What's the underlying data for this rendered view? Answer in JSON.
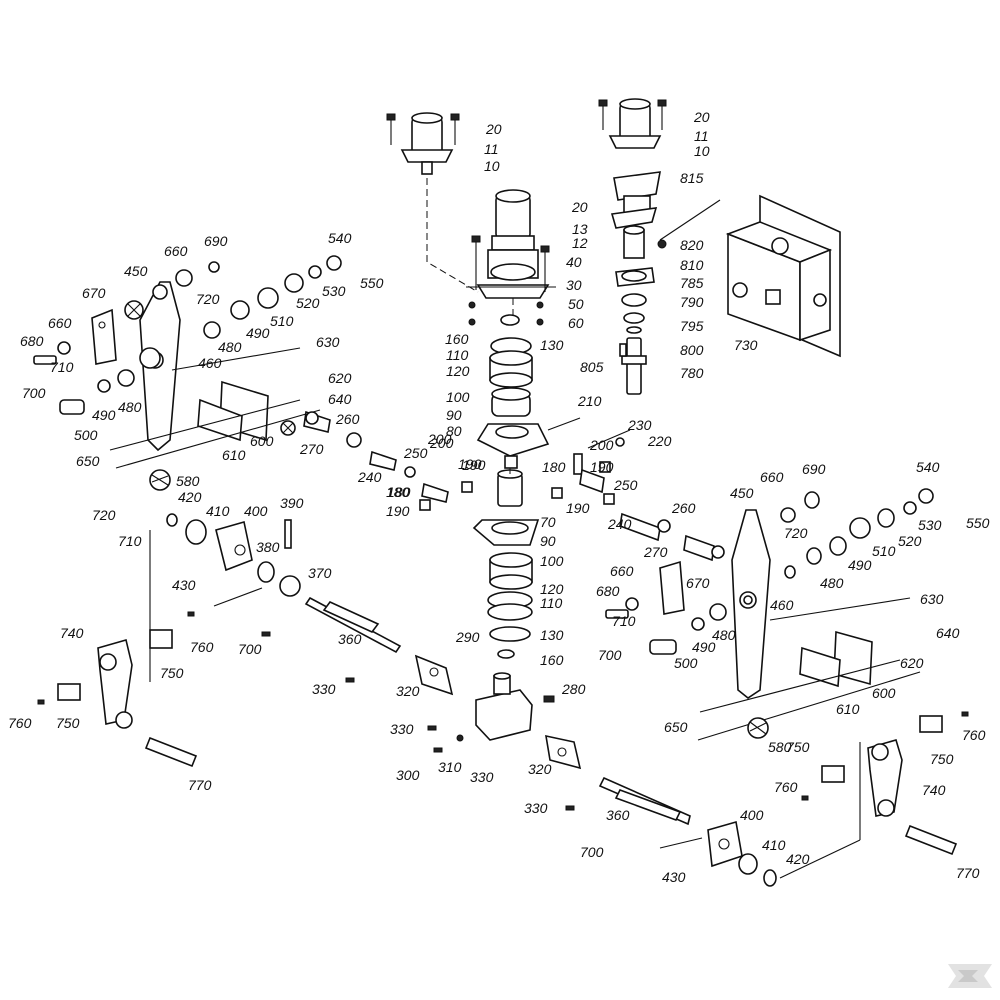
{
  "diagram": {
    "labels": [
      "20",
      "11",
      "10",
      "20",
      "11",
      "10",
      "815",
      "20",
      "13",
      "12",
      "40",
      "30",
      "50",
      "60",
      "820",
      "810",
      "785",
      "790",
      "795",
      "800",
      "780",
      "805",
      "730",
      "160",
      "130",
      "110",
      "120",
      "100",
      "90",
      "80",
      "210",
      "230",
      "220",
      "200",
      "190",
      "180",
      "70",
      "90",
      "100",
      "120",
      "110",
      "130",
      "160",
      "290",
      "280",
      "330",
      "320",
      "300",
      "310",
      "330",
      "320",
      "330",
      "360",
      "400",
      "410",
      "420",
      "430",
      "700",
      "660",
      "690",
      "450",
      "540",
      "550",
      "670",
      "720",
      "530",
      "520",
      "510",
      "490",
      "480",
      "460",
      "680",
      "660",
      "710",
      "700",
      "490",
      "480",
      "500",
      "650",
      "630",
      "620",
      "640",
      "600",
      "610",
      "580",
      "270",
      "260",
      "250",
      "240",
      "200",
      "190",
      "180",
      "190",
      "720",
      "710",
      "420",
      "410",
      "400",
      "390",
      "380",
      "370",
      "430",
      "700",
      "360",
      "330",
      "740",
      "750",
      "760",
      "760",
      "750",
      "770",
      "660",
      "690",
      "540",
      "550",
      "720",
      "450",
      "530",
      "520",
      "510",
      "490",
      "480",
      "460",
      "680",
      "660",
      "670",
      "710",
      "700",
      "490",
      "480",
      "500",
      "630",
      "640",
      "620",
      "600",
      "610",
      "650",
      "580",
      "270",
      "260",
      "240",
      "250",
      "180",
      "190",
      "200",
      "190",
      "750",
      "760",
      "740",
      "750",
      "770",
      "760"
    ]
  },
  "logo": {
    "alt": "kramp-logo"
  }
}
